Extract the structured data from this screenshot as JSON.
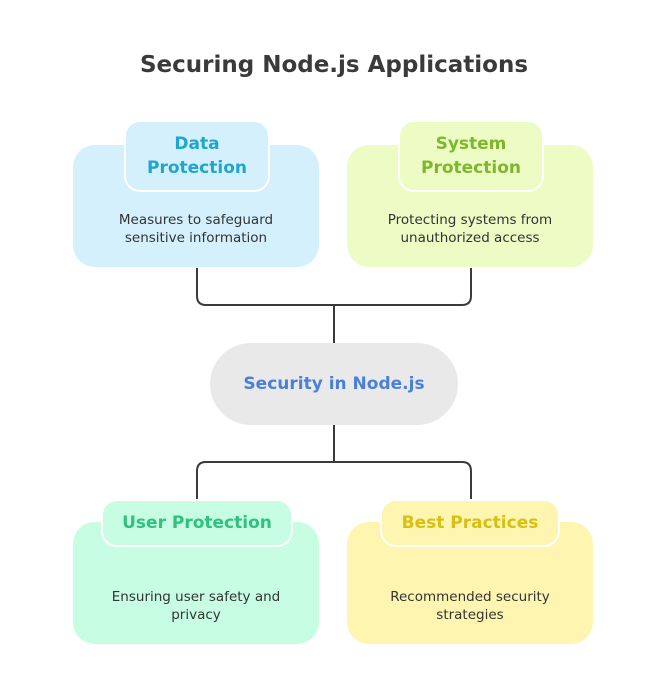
{
  "title": "Securing Node.js Applications",
  "center": {
    "label": "Security in Node.js",
    "color": "#4a80d8"
  },
  "nodes": {
    "data_protection": {
      "title": "Data\nProtection",
      "description": "Measures to safeguard\nsensitive information",
      "color": "#1fa6cd",
      "fill": "#d3f0fc"
    },
    "system_protection": {
      "title": "System\nProtection",
      "description": "Protecting systems from\nunauthorized access",
      "color": "#7eb72b",
      "fill": "#ecfcc4"
    },
    "user_protection": {
      "title": "User Protection",
      "description": "Ensuring user safety and\nprivacy",
      "color": "#2ec27e",
      "fill": "#c6fde3"
    },
    "best_practices": {
      "title": "Best Practices",
      "description": "Recommended security\nstrategies",
      "color": "#d8bf10",
      "fill": "#fef5b1"
    }
  }
}
